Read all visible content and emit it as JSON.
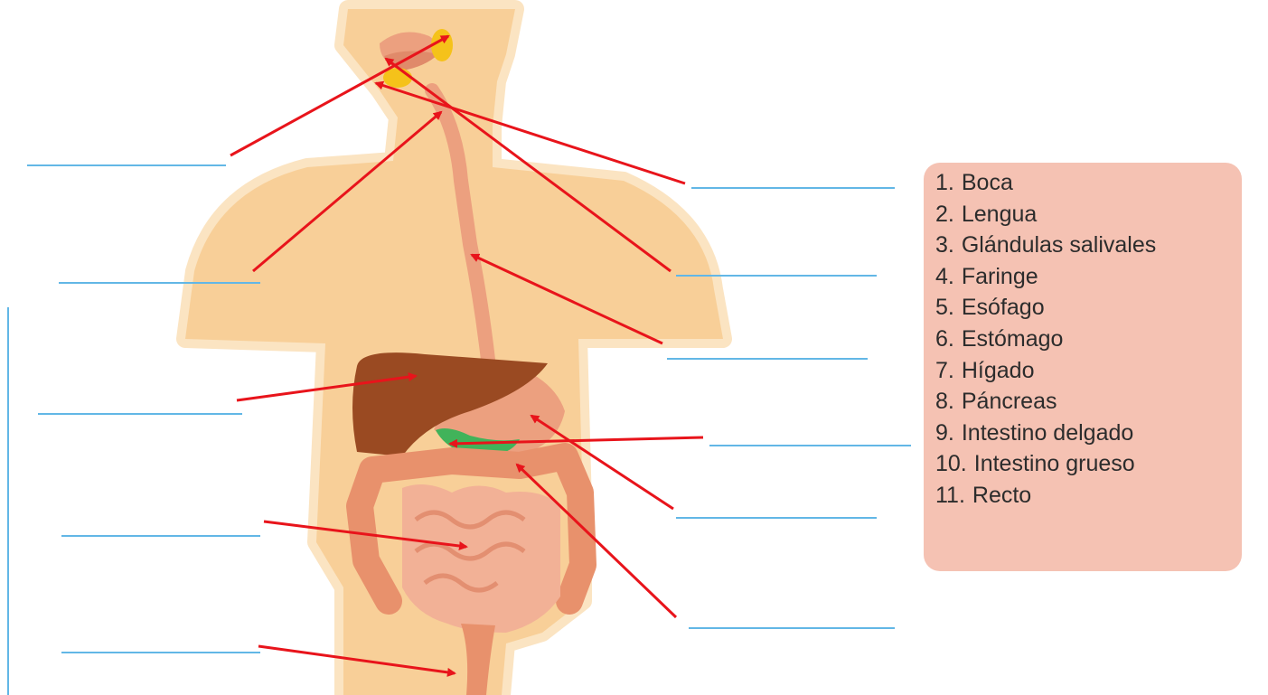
{
  "legend": {
    "items": [
      {
        "number": "1.",
        "label": "Boca"
      },
      {
        "number": "2.",
        "label": "Lengua"
      },
      {
        "number": "3.",
        "label": "Glándulas salivales"
      },
      {
        "number": "4.",
        "label": "Faringe"
      },
      {
        "number": "5.",
        "label": "Esófago"
      },
      {
        "number": "6.",
        "label": "Estómago"
      },
      {
        "number": "7.",
        "label": "Hígado"
      },
      {
        "number": "8.",
        "label": "Páncreas"
      },
      {
        "number": "9.",
        "label": "Intestino delgado"
      },
      {
        "number": "10.",
        "label": "Intestino grueso"
      },
      {
        "number": "11.",
        "label": "Recto"
      }
    ]
  },
  "answer_blanks": {
    "count": 11,
    "values": [
      "",
      "",
      "",
      "",
      "",
      "",
      "",
      "",
      "",
      "",
      ""
    ]
  },
  "colors": {
    "body": "#f8cf98",
    "body_halo": "#fbe4c2",
    "digestive_tract": "#eca07f",
    "liver": "#9a4a22",
    "pancreas": "#41b35a",
    "salivary_glands": "#f5c21a",
    "arrows": "#e8141b",
    "blank_lines": "#62b7e6",
    "legend_background": "#f5c2b3"
  }
}
